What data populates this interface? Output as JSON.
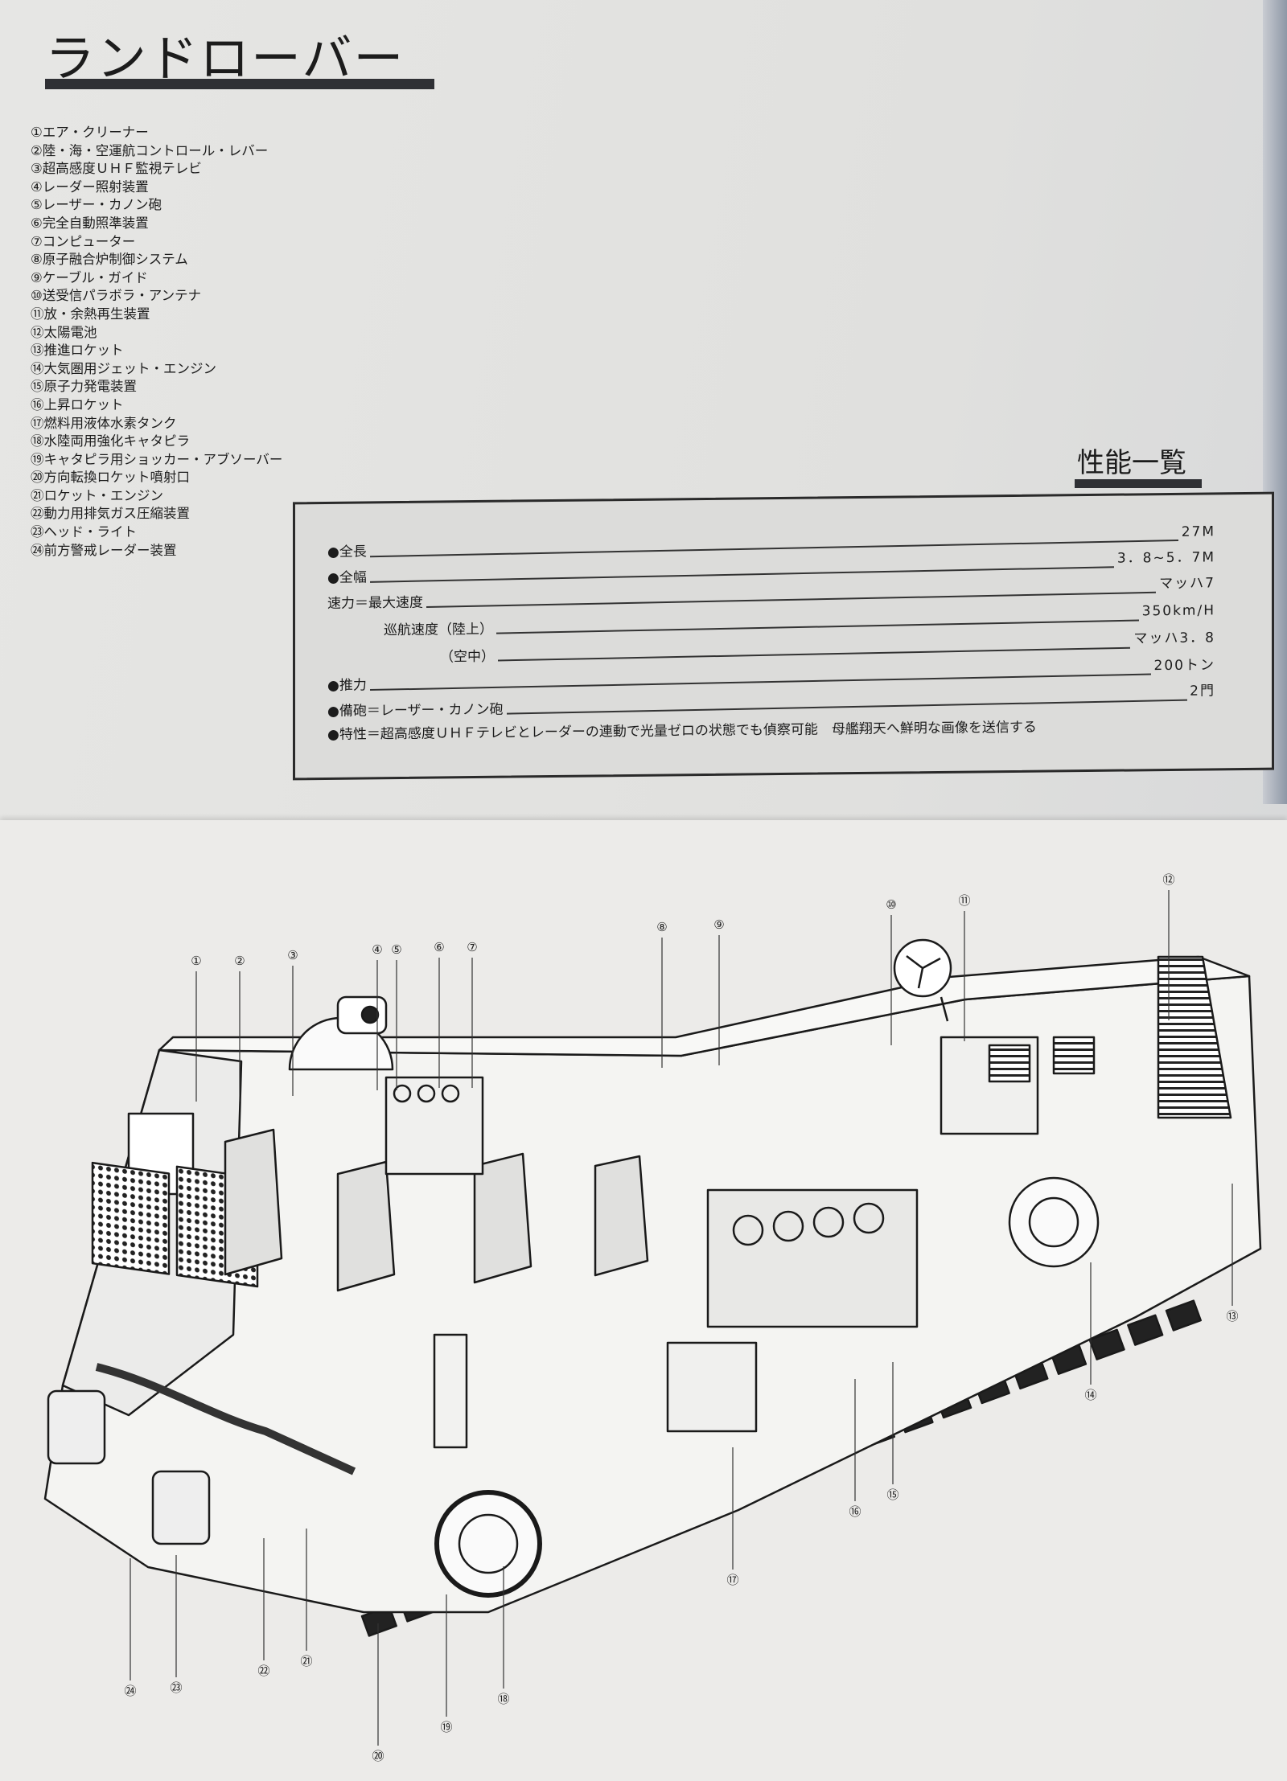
{
  "title": "ランドローバー",
  "parts": [
    "①エア・クリーナー",
    "②陸・海・空運航コントロール・レバー",
    "③超高感度ＵＨＦ監視テレビ",
    "④レーダー照射装置",
    "⑤レーザー・カノン砲",
    "⑥完全自動照準装置",
    "⑦コンピューター",
    "⑧原子融合炉制御システム",
    "⑨ケーブル・ガイド",
    "⑩送受信パラボラ・アンテナ",
    "⑪放・余熱再生装置",
    "⑫太陽電池",
    "⑬推進ロケット",
    "⑭大気圏用ジェット・エンジン",
    "⑮原子力発電装置",
    "⑯上昇ロケット",
    "⑰燃料用液体水素タンク",
    "⑱水陸両用強化キャタピラ",
    "⑲キャタピラ用ショッカー・アブソーバー",
    "⑳方向転換ロケット噴射口",
    "㉑ロケット・エンジン",
    "㉒動力用排気ガス圧縮装置",
    "㉓ヘッド・ライト",
    "㉔前方警戒レーダー装置"
  ],
  "specs": {
    "heading": "性能一覧",
    "rows": [
      {
        "label": "●全長",
        "value": "27M"
      },
      {
        "label": "●全幅",
        "value": "3．8~5．7M"
      },
      {
        "label": "速力＝最大速度",
        "value": "マッハ7"
      },
      {
        "label": "巡航速度（陸上）",
        "value": "350km/H"
      },
      {
        "label": "（空中）",
        "value": "マッハ3．8"
      },
      {
        "label": "●推力",
        "value": "200トン"
      },
      {
        "label": "●備砲＝レーザー・カノン砲",
        "value": "2門"
      }
    ],
    "feature": "●特性＝超高感度ＵＨＦテレビとレーダーの連動で光量ゼロの状態でも偵察可能　母艦翔天へ鮮明な画像を送信する"
  },
  "callouts": [
    "①",
    "②",
    "③",
    "④",
    "⑤",
    "⑥",
    "⑦",
    "⑧",
    "⑨",
    "⑩",
    "⑪",
    "⑫",
    "⑬",
    "⑭",
    "⑮",
    "⑯",
    "⑰",
    "⑱",
    "⑲",
    "⑳",
    "㉑",
    "㉒",
    "㉓",
    "㉔"
  ]
}
